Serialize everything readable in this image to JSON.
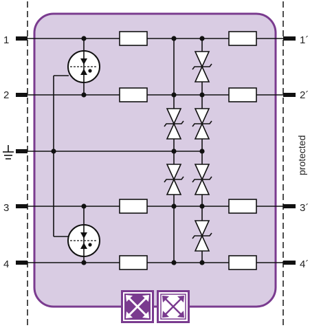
{
  "terminals": {
    "left": [
      "1",
      "2",
      "3",
      "4"
    ],
    "right": [
      "1´",
      "2´",
      "3´",
      "4´"
    ]
  },
  "side_label": "protected",
  "colors": {
    "module_fill": "#d9cce3",
    "module_stroke": "#7a3b8f",
    "badge_fill": "#7a3b8f",
    "wire": "#111111"
  },
  "icons": [
    "gas-discharge-tube-icon",
    "tvs-diode-icon",
    "resistor-icon",
    "earth-ground-icon",
    "expand-arrows-icon"
  ]
}
